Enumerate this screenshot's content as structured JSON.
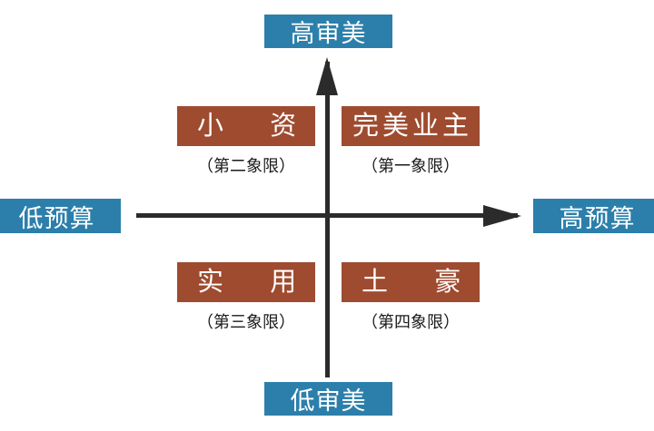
{
  "diagram": {
    "title": "",
    "colors": {
      "axis_label_bg": "#2c7fab",
      "axis_label_text": "#ffffff",
      "quadrant_box_bg": "#9e4b30",
      "quadrant_box_text": "#ffffff",
      "axis_line": "#2b2b2b",
      "background": "#ffffff"
    },
    "axes": {
      "vertical": {
        "high_label": "高审美",
        "low_label": "低审美"
      },
      "horizontal": {
        "low_label": "低预算",
        "high_label": "高预算"
      }
    },
    "quadrants": [
      {
        "id": "q1",
        "name": "完美业主",
        "ordinal": "（第一象限）",
        "position": "top-right"
      },
      {
        "id": "q2",
        "name": "小  资",
        "ordinal": "（第二象限）",
        "position": "top-left"
      },
      {
        "id": "q3",
        "name": "实  用",
        "ordinal": "（第三象限）",
        "position": "bottom-left"
      },
      {
        "id": "q4",
        "name": "土  豪",
        "ordinal": "（第四象限）",
        "position": "bottom-right"
      }
    ]
  }
}
